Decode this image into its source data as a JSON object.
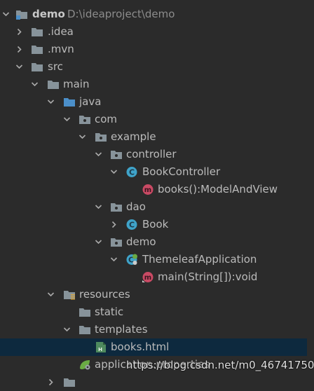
{
  "tree": {
    "root": {
      "label": "demo",
      "path": "D:\\ideaproject\\demo"
    },
    "idea": {
      "label": ".idea"
    },
    "mvn": {
      "label": ".mvn"
    },
    "src": {
      "label": "src"
    },
    "main": {
      "label": "main"
    },
    "java": {
      "label": "java"
    },
    "com": {
      "label": "com"
    },
    "example": {
      "label": "example"
    },
    "controller": {
      "label": "controller"
    },
    "book_controller": {
      "label": "BookController"
    },
    "books_method": {
      "label": "books():ModelAndView"
    },
    "dao": {
      "label": "dao"
    },
    "book": {
      "label": "Book"
    },
    "demo_pkg": {
      "label": "demo"
    },
    "app": {
      "label": "ThemeleafApplication"
    },
    "main_method": {
      "label": "main(String[]):void"
    },
    "resources": {
      "label": "resources"
    },
    "static": {
      "label": "static"
    },
    "templates": {
      "label": "templates"
    },
    "books_html": {
      "label": "books.html"
    },
    "app_props": {
      "label": "application.properties"
    }
  },
  "watermark": "https://blog.csdn.net/m0_46741750",
  "colors": {
    "background": "#2b2b2b",
    "selection": "#0d293e",
    "text": "#bbbbbb",
    "folder": "#87939a",
    "source_folder": "#4b8fc9",
    "class_icon": "#3fa3c9",
    "method_icon": "#c94a64"
  }
}
